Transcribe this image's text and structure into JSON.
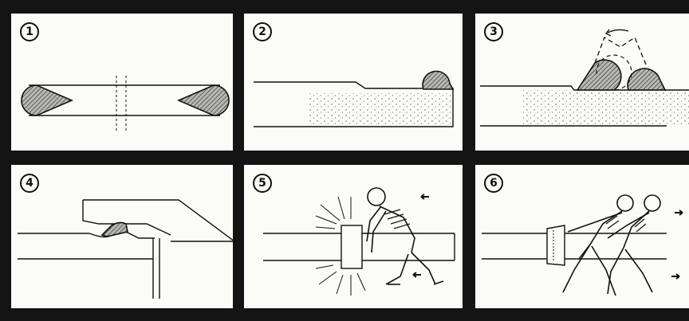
{
  "panels": [
    {
      "number": "1"
    },
    {
      "number": "2"
    },
    {
      "number": "3"
    },
    {
      "number": "4"
    },
    {
      "number": "5"
    },
    {
      "number": "6"
    }
  ],
  "colors": {
    "frame": "#141414",
    "panel_bg": "#fbfbf8",
    "ink": "#111111",
    "hatch_fill": "#9a9a96"
  }
}
